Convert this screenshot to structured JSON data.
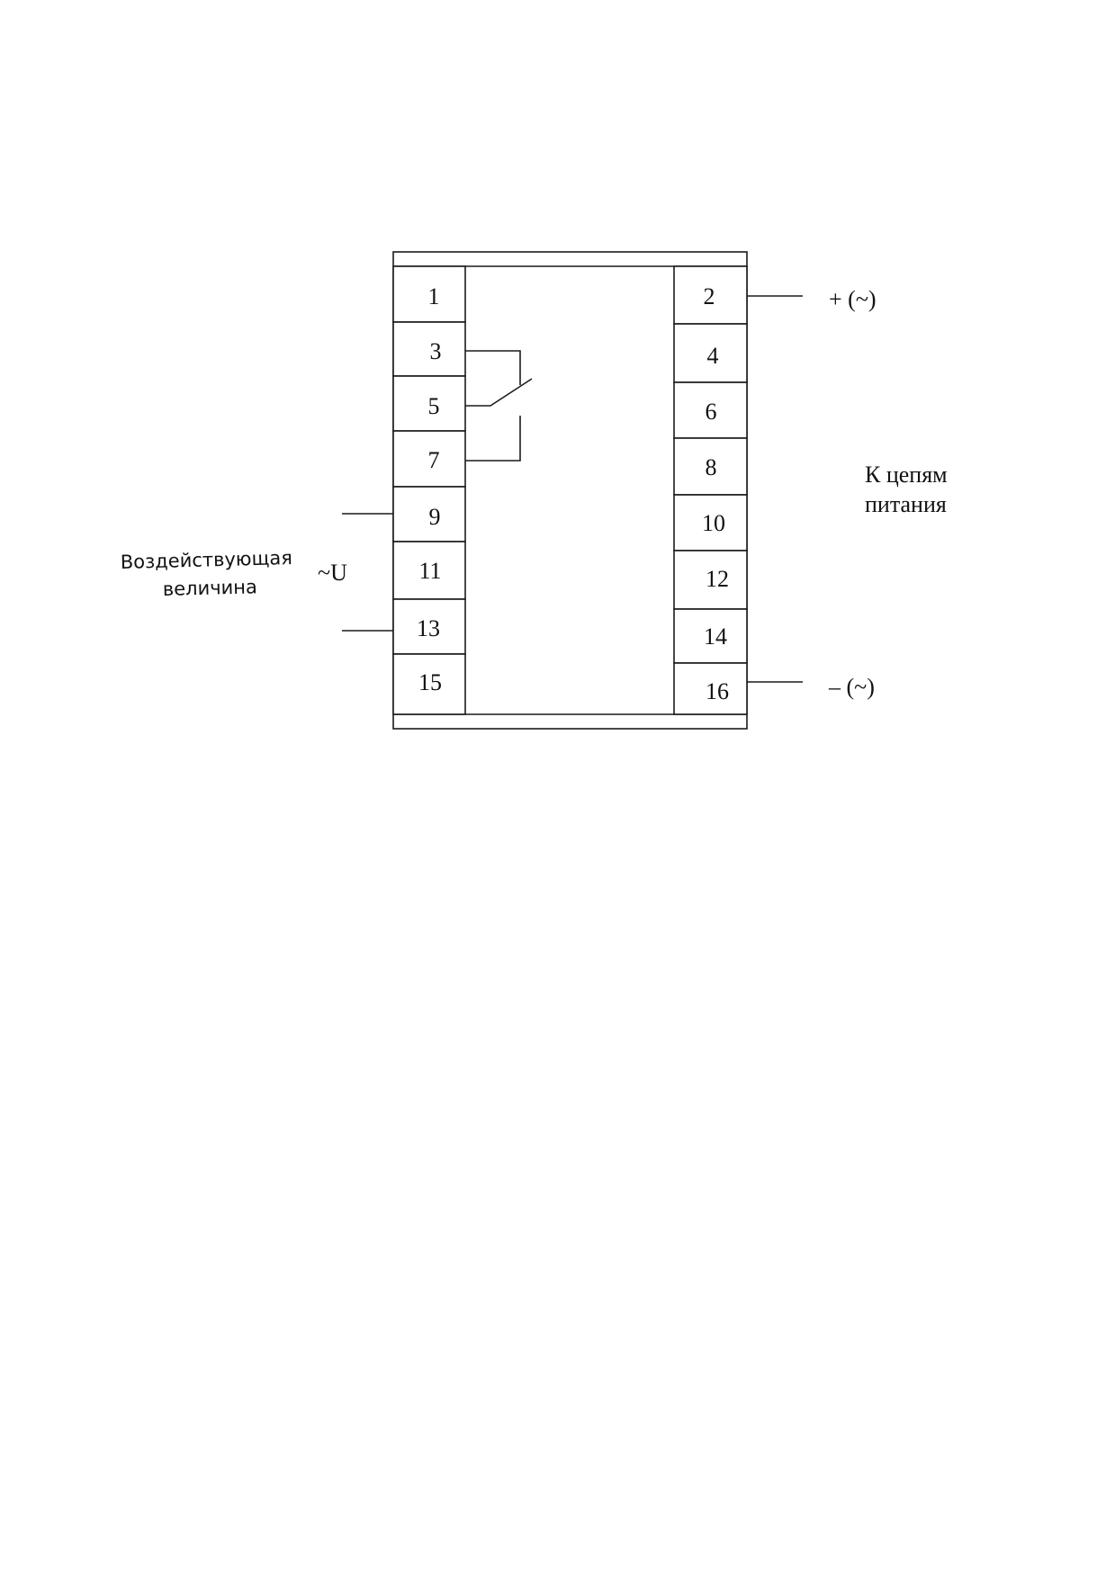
{
  "terminals_left": [
    "1",
    "3",
    "5",
    "7",
    "9",
    "11",
    "13",
    "15"
  ],
  "terminals_right": [
    "2",
    "4",
    "6",
    "8",
    "10",
    "12",
    "14",
    "16"
  ],
  "labels": {
    "plus_supply": "+ (~)",
    "minus_supply": "– (~)",
    "supply_line1": "К цепям",
    "supply_line2": "питания",
    "input_line1": "Воздействующая",
    "input_line2": "величина",
    "voltage": "~U"
  }
}
